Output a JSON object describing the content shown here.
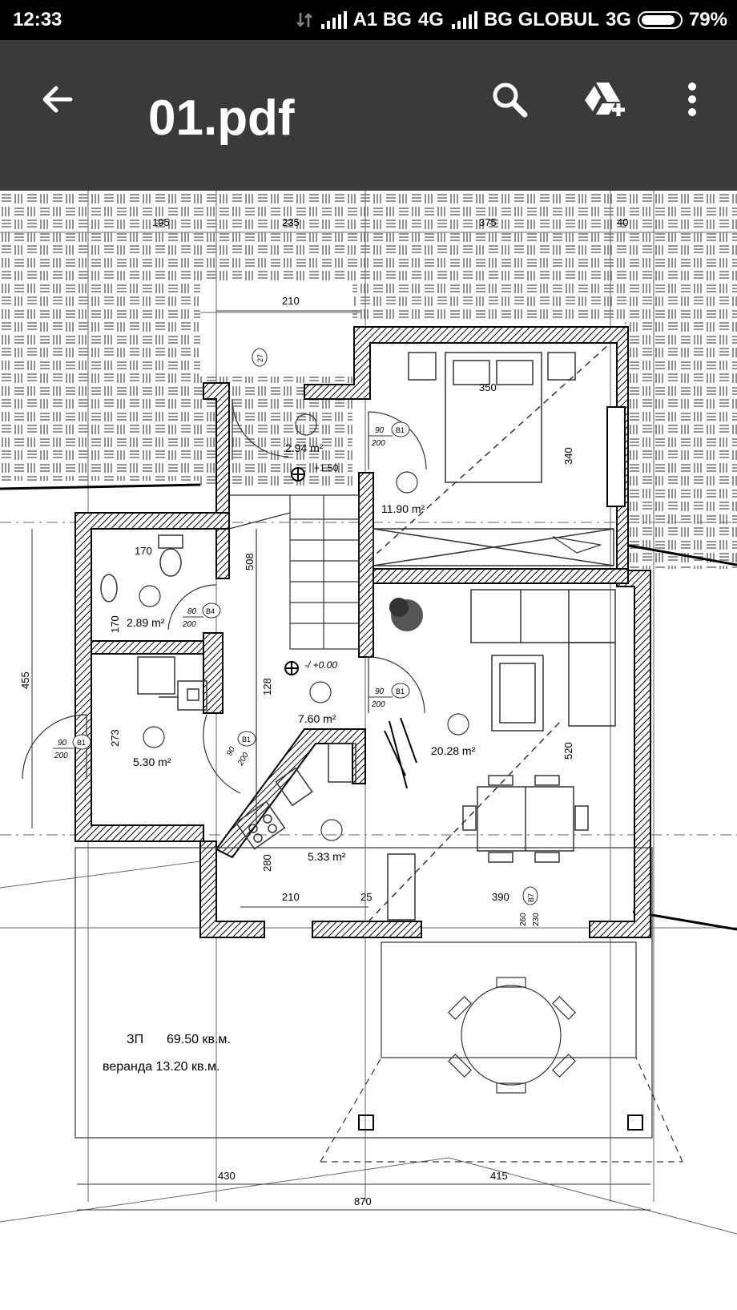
{
  "status_bar": {
    "time": "12:33",
    "carrier1": "A1 BG",
    "net1": "4G",
    "carrier2": "BG GLOBUL",
    "net2": "3G",
    "battery": "79%"
  },
  "toolbar": {
    "back_icon": "arrow-left-icon",
    "title": "01.pdf",
    "search_icon": "search-icon",
    "drive_icon": "drive-add-icon",
    "menu_icon": "more-vert-icon"
  },
  "plan": {
    "dim_top_1": "195",
    "dim_top_2": "235",
    "dim_top_3": "375",
    "dim_top_4": "40",
    "dim_210_top": "210",
    "dim_350": "350",
    "dim_340": "340",
    "dim_508": "508",
    "dim_455": "455",
    "dim_128": "128",
    "dim_170a": "170",
    "dim_170b": "170",
    "dim_273": "273",
    "dim_280": "280",
    "dim_210_bottom": "210",
    "dim_25": "25",
    "dim_390": "390",
    "dim_520": "520",
    "dim_430": "430",
    "dim_415": "415",
    "dim_870": "870",
    "dim_260": "260",
    "dim_230": "230",
    "room_hall_top": "2.94 m²",
    "room_bedroom": "11.90 m²",
    "room_bath": "2.89 m²",
    "room_hall": "7.60 m²",
    "room_left": "5.30 m²",
    "room_kitchen": "5.33 m²",
    "room_living": "20.28 m²",
    "level_top": "+1.50",
    "level_main": "-/ +0.00",
    "door_b1": "B1",
    "door_b4": "B4",
    "door_b7": "B7",
    "door_90": "90",
    "door_200": "200",
    "door_80": "80",
    "door_27": "27",
    "zp_label": "ЗП",
    "zp_value": "69.50 кв.м.",
    "veranda": "веранда 13.20 кв.м."
  }
}
